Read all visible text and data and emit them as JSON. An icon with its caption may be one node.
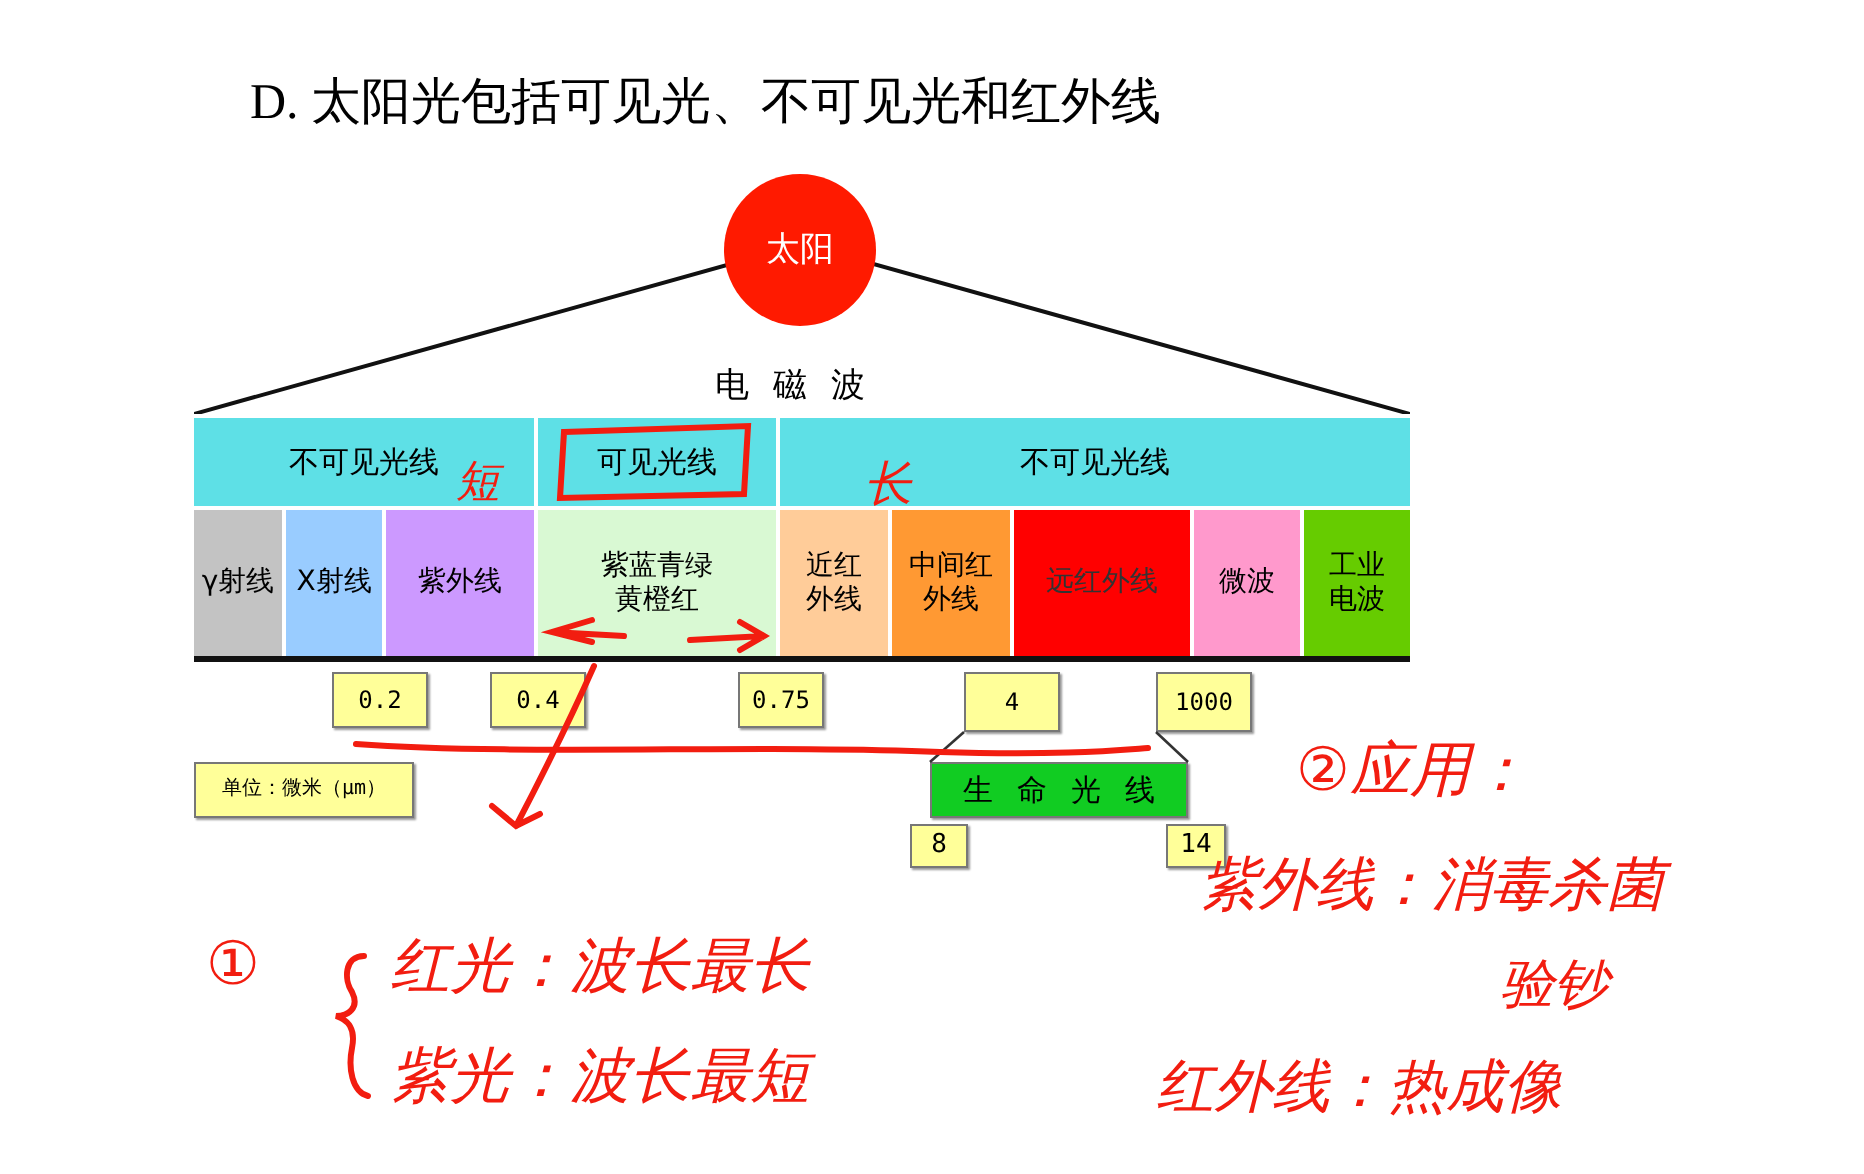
{
  "diagram": {
    "title": "D. 太阳光包括可见光、不可见光和红外线",
    "nodes": [
      {
        "text": [
          "太阳"
        ]
      },
      {
        "text": [
          "电磁波"
        ]
      },
      {
        "text": [
          "不可见光线"
        ]
      },
      {
        "text": [
          "可见光线"
        ]
      },
      {
        "text": [
          "不可见光线"
        ]
      },
      {
        "text": [
          "γ射线"
        ]
      },
      {
        "text": [
          "X射线"
        ]
      },
      {
        "text": [
          "紫外线"
        ]
      },
      {
        "text": [
          "紫蓝青绿黄橙红"
        ]
      },
      {
        "text": [
          "近红外线"
        ]
      },
      {
        "text": [
          "中间红外线"
        ]
      },
      {
        "text": [
          "远红外线"
        ]
      },
      {
        "text": [
          "微波"
        ]
      },
      {
        "text": [
          "工业电波"
        ]
      },
      {
        "text": [
          "0.2"
        ]
      },
      {
        "text": [
          "0.4"
        ]
      },
      {
        "text": [
          "0.75"
        ]
      },
      {
        "text": [
          "4"
        ]
      },
      {
        "text": [
          "1000"
        ]
      },
      {
        "text": [
          "单位：微米（μm）"
        ]
      },
      {
        "text": [
          "生命光线"
        ]
      },
      {
        "text": [
          "8"
        ]
      },
      {
        "text": [
          "14"
        ]
      }
    ],
    "edges": [
      {
        "from": 17,
        "to": 20,
        "arrow": "none"
      },
      {
        "from": 18,
        "to": 20,
        "arrow": "none"
      }
    ],
    "labels": [
      "短",
      "长",
      "②应用：",
      "紫外线：消毒杀菌",
      "验钞",
      "①",
      "红光：波长最长",
      "紫光：波长最短",
      "红外线：热成像"
    ]
  }
}
